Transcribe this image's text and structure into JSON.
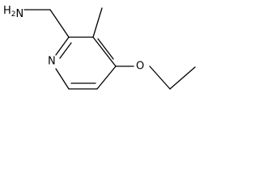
{
  "molecule": {
    "atoms": {
      "amine": "H2N",
      "nitrogen": "N",
      "oxygen": "O"
    }
  }
}
